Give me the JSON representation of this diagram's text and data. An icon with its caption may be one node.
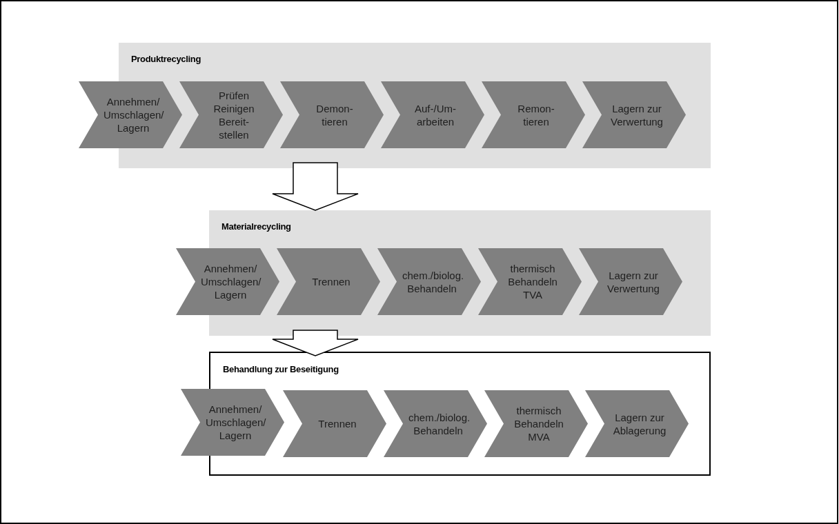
{
  "diagram": {
    "nodes": [
      {
        "text": [
          "Produktrecycling"
        ]
      },
      {
        "text": [
          "Annehmen/ Umschlagen/ Lagern"
        ]
      },
      {
        "text": [
          "Prüfen Reinigen Bereit- stellen"
        ],
        "in": 0
      },
      {
        "text": [
          "Demon- tieren"
        ],
        "in": 0
      },
      {
        "text": [
          "Auf-/Um- arbeiten"
        ],
        "in": 0
      },
      {
        "text": [
          "Remon- tieren"
        ],
        "in": 0
      },
      {
        "text": [
          "Lagern zur Verwertung"
        ],
        "in": 0
      },
      {
        "text": [
          "Materialrecycling"
        ]
      },
      {
        "text": [
          "Annehmen/ Umschlagen/ Lagern"
        ]
      },
      {
        "text": [
          "Trennen"
        ],
        "in": 7
      },
      {
        "text": [
          "chem./biolog. Behandeln"
        ],
        "in": 7
      },
      {
        "text": [
          "thermisch Behandeln TVA"
        ],
        "in": 7
      },
      {
        "text": [
          "Lagern zur Verwertung"
        ],
        "in": 7
      },
      {
        "text": [
          "Behandlung zur Beseitigung"
        ]
      },
      {
        "text": [
          "Annehmen/ Umschlagen/ Lagern"
        ]
      },
      {
        "text": [
          "Trennen"
        ],
        "in": 13
      },
      {
        "text": [
          "chem./biolog. Behandeln"
        ],
        "in": 13
      },
      {
        "text": [
          "thermisch Behandeln MVA"
        ],
        "in": 13
      },
      {
        "text": [
          "Lagern zur Ablagerung"
        ],
        "in": 13
      }
    ],
    "edges": [
      {
        "from": 0,
        "to": 7,
        "arrow": "to"
      },
      {
        "from": 7,
        "to": 13,
        "arrow": "to"
      }
    ]
  }
}
